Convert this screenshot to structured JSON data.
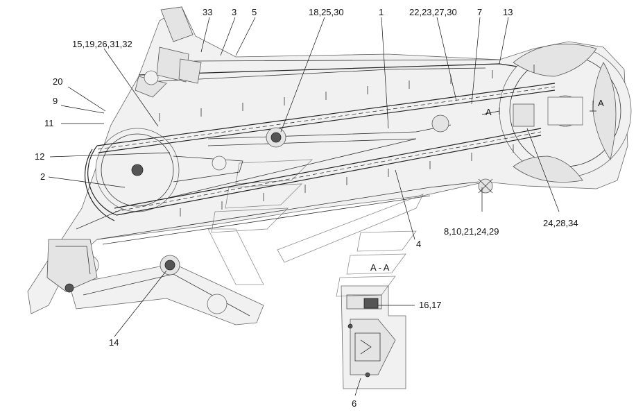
{
  "callouts": [
    {
      "id": "c33",
      "text": "33"
    },
    {
      "id": "c3",
      "text": "3"
    },
    {
      "id": "c5",
      "text": "5"
    },
    {
      "id": "c18",
      "text": "18,25,30"
    },
    {
      "id": "c1",
      "text": "1"
    },
    {
      "id": "c22",
      "text": "22,23,27,30"
    },
    {
      "id": "c7",
      "text": "7"
    },
    {
      "id": "c13",
      "text": "13"
    },
    {
      "id": "c15",
      "text": "15,19,26,31,32"
    },
    {
      "id": "c20",
      "text": "20"
    },
    {
      "id": "c9",
      "text": "9"
    },
    {
      "id": "c11",
      "text": "11"
    },
    {
      "id": "c12",
      "text": "12"
    },
    {
      "id": "c2",
      "text": "2"
    },
    {
      "id": "c8",
      "text": "8,10,21,24,29"
    },
    {
      "id": "c24",
      "text": "24,28,34"
    },
    {
      "id": "c4",
      "text": "4"
    },
    {
      "id": "c16",
      "text": "16,17"
    },
    {
      "id": "c14",
      "text": "14"
    },
    {
      "id": "c6",
      "text": "6"
    }
  ],
  "section": {
    "title": "A - A",
    "mark_upper": "A",
    "mark_right": "A"
  }
}
